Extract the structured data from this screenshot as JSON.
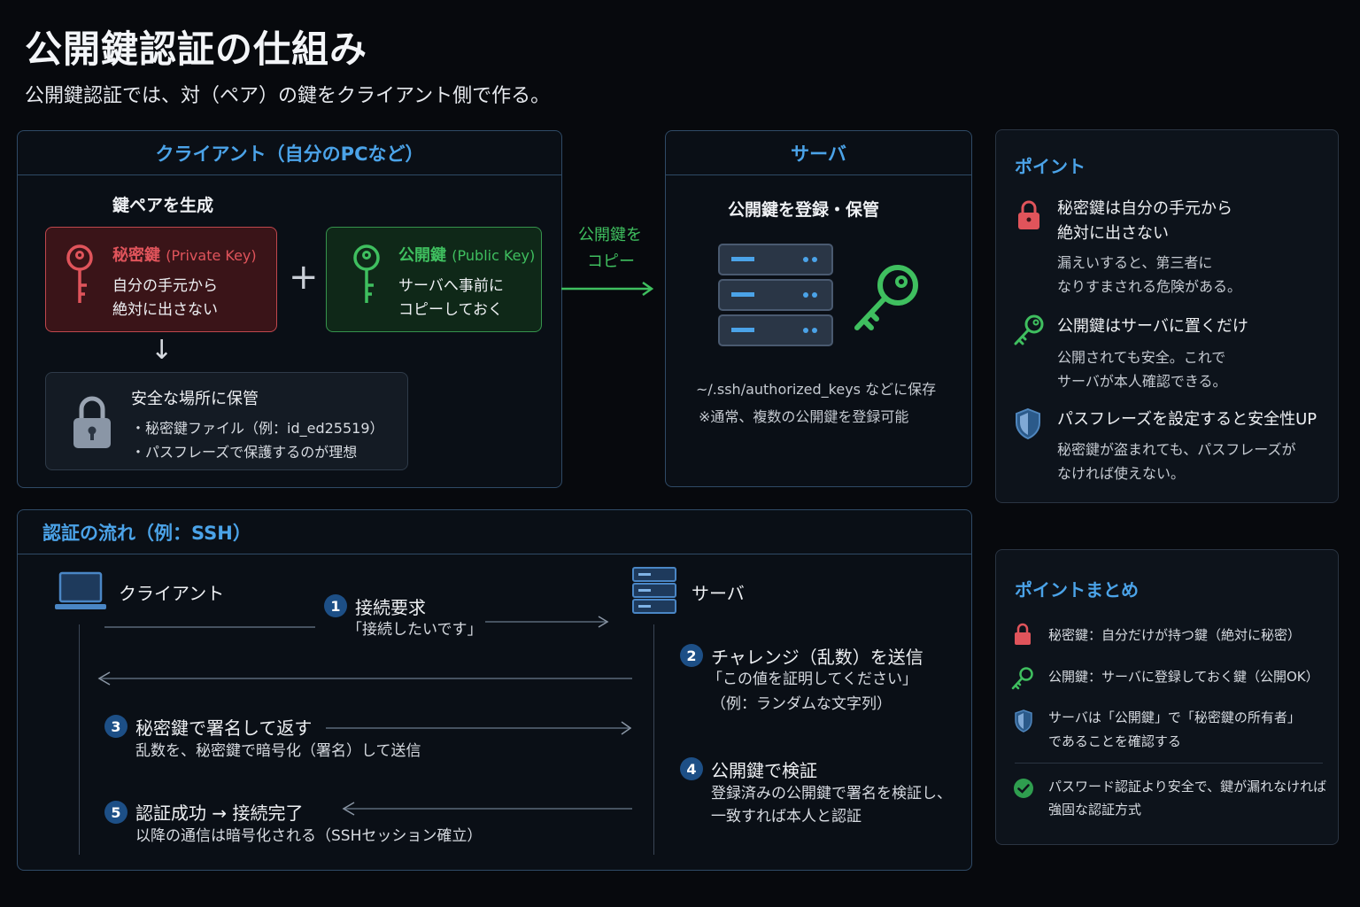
{
  "title": "公開鍵認証の仕組み",
  "subtitle": "公開鍵認証では、対（ペア）の鍵をクライアント側で作る。",
  "client": {
    "header": "クライアント（自分のPCなど）",
    "generate_label": "鍵ペアを生成",
    "private_key": {
      "title": "秘密鍵",
      "title_en": "(Private Key)",
      "desc1": "自分の手元から",
      "desc2": "絶対に出さない"
    },
    "plus": "+",
    "public_key": {
      "title": "公開鍵",
      "title_en": "(Public Key)",
      "desc1": "サーバへ事前に",
      "desc2": "コピーしておく"
    },
    "down_arrow": "↓",
    "storage": {
      "title": "安全な場所に保管",
      "item1": "・秘密鍵ファイル（例：id_ed25519）",
      "item2": "・パスフレーズで保護するのが理想"
    }
  },
  "copy_arrow": {
    "line1": "公開鍵を",
    "line2": "コピー"
  },
  "server": {
    "header": "サーバ",
    "register_label": "公開鍵を登録・保管",
    "note1": "~/.ssh/authorized_keys などに保存",
    "note2": "※通常、複数の公開鍵を登録可能"
  },
  "flow": {
    "header": "認証の流れ（例：SSH）",
    "client_label": "クライアント",
    "server_label": "サーバ",
    "steps": [
      {
        "num": "1",
        "title": "接続要求",
        "desc": "「接続したいです」"
      },
      {
        "num": "2",
        "title": "チャレンジ（乱数）を送信",
        "desc1": "「この値を証明してください」",
        "desc2": "（例：ランダムな文字列）"
      },
      {
        "num": "3",
        "title": "秘密鍵で署名して返す",
        "desc": "乱数を、秘密鍵で暗号化（署名）して送信"
      },
      {
        "num": "4",
        "title": "公開鍵で検証",
        "desc1": "登録済みの公開鍵で署名を検証し、",
        "desc2": "一致すれば本人と認証"
      },
      {
        "num": "5",
        "title": "認証成功 → 接続完了",
        "desc": "以降の通信は暗号化される（SSHセッション確立）"
      }
    ]
  },
  "points": {
    "title": "ポイント",
    "items": [
      {
        "icon": "lock-icon",
        "title1": "秘密鍵は自分の手元から",
        "title2": "絶対に出さない",
        "desc1": "漏えいすると、第三者に",
        "desc2": "なりすまされる危険がある。"
      },
      {
        "icon": "key-icon",
        "title1": "公開鍵はサーバに置くだけ",
        "desc1": "公開されても安全。これで",
        "desc2": "サーバが本人確認できる。"
      },
      {
        "icon": "shield-icon",
        "title1": "パスフレーズを設定すると安全性UP",
        "desc1": "秘密鍵が盗まれても、パスフレーズが",
        "desc2": "なければ使えない。"
      }
    ]
  },
  "summary": {
    "title": "ポイントまとめ",
    "items": [
      {
        "icon": "lock-icon",
        "text1": "秘密鍵：自分だけが持つ鍵（絶対に秘密）"
      },
      {
        "icon": "key-icon",
        "text1": "公開鍵：サーバに登録しておく鍵（公開OK）"
      },
      {
        "icon": "shield-icon",
        "text1": "サーバは「公開鍵」で「秘密鍵の所有者」",
        "text2": "であることを確認する"
      },
      {
        "icon": "check-icon",
        "text1": "パスワード認証より安全で、鍵が漏れなければ",
        "text2": "強固な認証方式"
      }
    ]
  },
  "colors": {
    "accent": "#4ba3e8",
    "red": "#e0545b",
    "green": "#3fbf5f",
    "border": "#2f4a66"
  }
}
